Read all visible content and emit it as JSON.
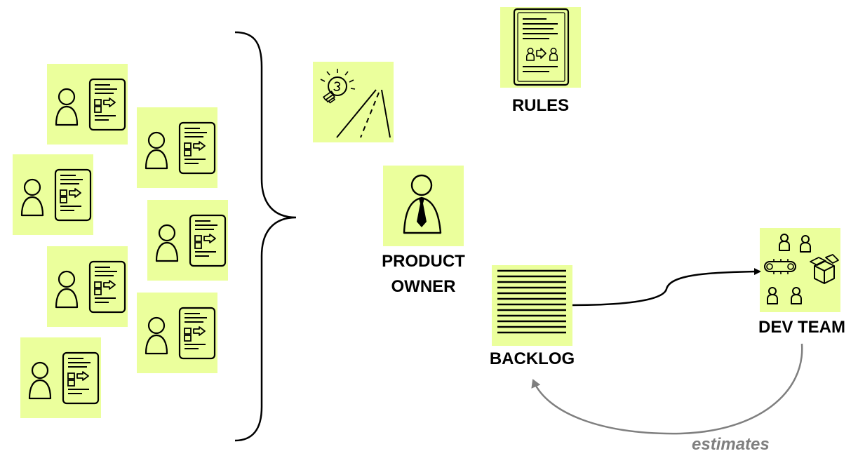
{
  "colors": {
    "sticky": "#ebff9c",
    "ink": "#000000",
    "feedback_arrow": "#7f7f7f"
  },
  "icons": {
    "stakeholder_note": "person-with-document-icon",
    "vision": "lightbulb-road-icon",
    "rules": "rules-document-icon",
    "product_owner": "person-with-tie-icon",
    "backlog": "backlog-list-icon",
    "dev_team": "team-conveyor-boxes-icon"
  },
  "labels": {
    "rules": "RULES",
    "product_owner_line1": "PRODUCT",
    "product_owner_line2": "OWNER",
    "backlog": "BACKLOG",
    "dev_team": "DEV TEAM",
    "estimates": "estimates"
  }
}
